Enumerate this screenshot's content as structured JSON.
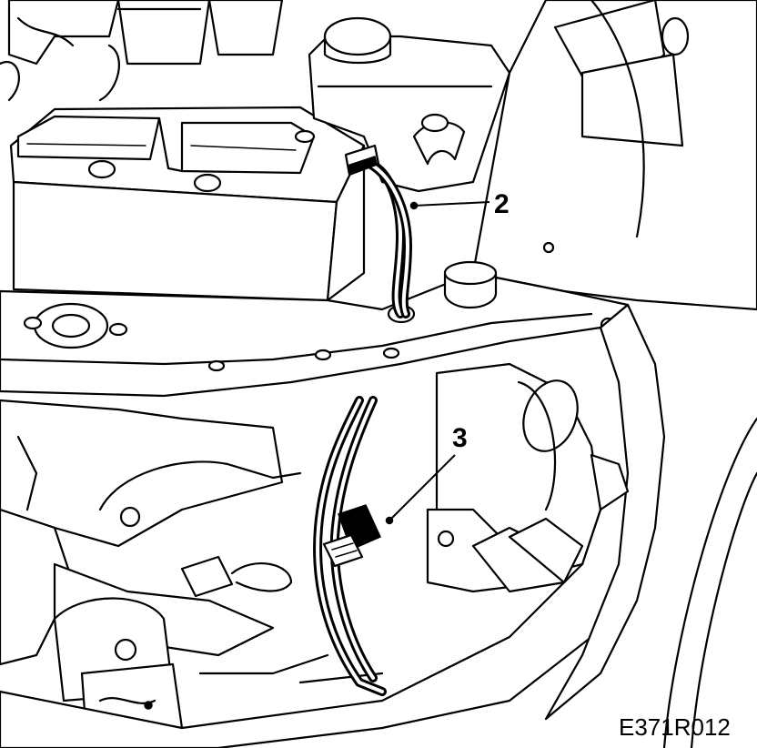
{
  "callouts": [
    {
      "id": "2",
      "label": "2"
    },
    {
      "id": "3",
      "label": "3"
    }
  ],
  "reference_code": "E371R012",
  "colors": {
    "line": "#000000",
    "background": "#ffffff"
  }
}
